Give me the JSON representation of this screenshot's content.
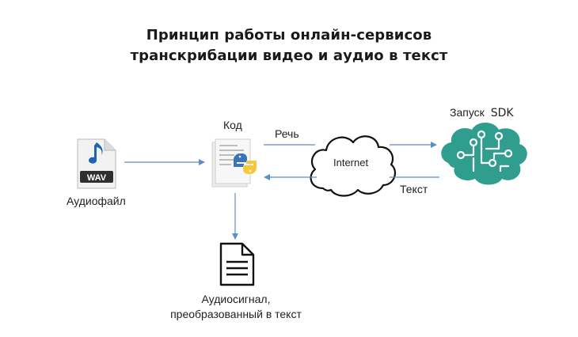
{
  "title": {
    "line1": "Принцип работы онлайн-сервисов",
    "line2": "транскрибации видео и аудио в текст"
  },
  "nodes": {
    "audio_file": {
      "label": "Аудиофайл",
      "badge": "WAV"
    },
    "code": {
      "label": "Код"
    },
    "internet": {
      "label": "Internet"
    },
    "sdk": {
      "label_part1": "Запуск",
      "label_part2": "SDK"
    },
    "result": {
      "label_line1": "Аудиосигнал,",
      "label_line2": "преобразованный в текст"
    }
  },
  "edges": {
    "speech_label": "Речь",
    "text_label": "Текст"
  },
  "colors": {
    "arrow": "#5b8fc7",
    "sdk_teal": "#2f9e8f",
    "wav_blue": "#1f63b4",
    "doc_stroke": "#111111"
  },
  "icons": [
    "audio-file-icon",
    "python-code-icon",
    "cloud-icon",
    "brain-circuit-icon",
    "document-icon"
  ]
}
